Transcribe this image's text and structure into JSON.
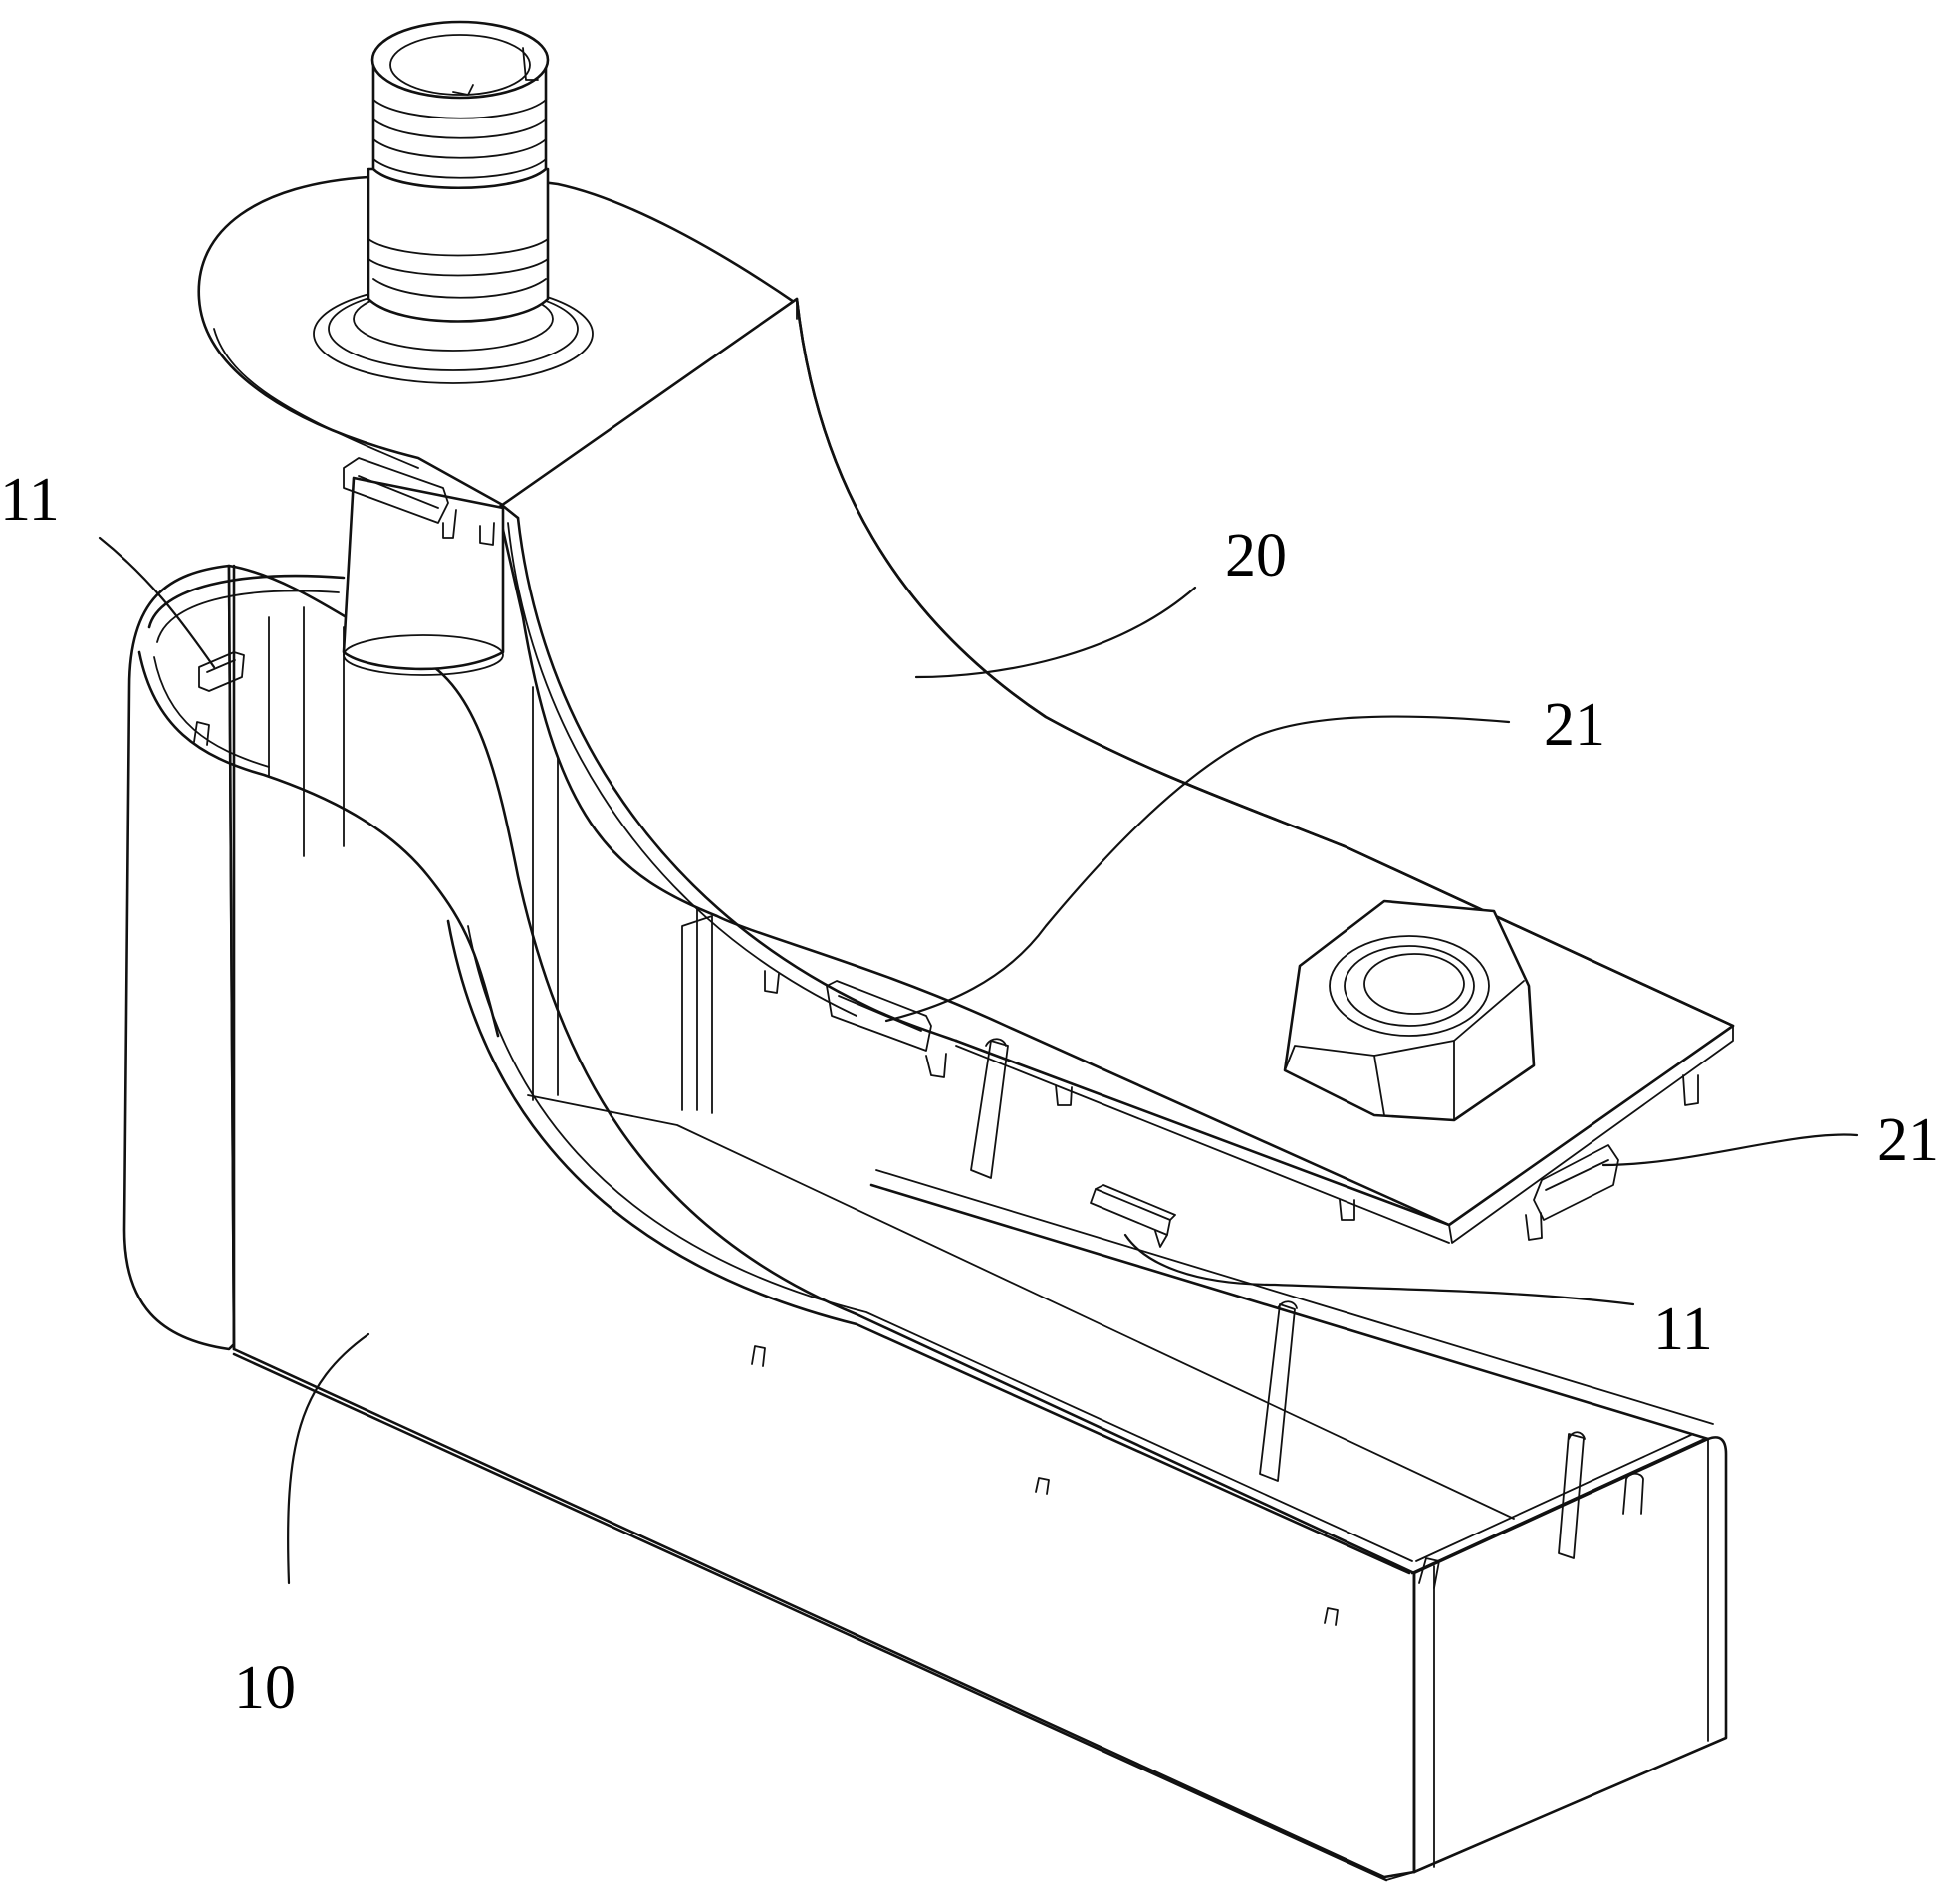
{
  "labels": {
    "housing": "10",
    "housing_clip_left": "11",
    "housing_clip_right": "11",
    "cover": "20",
    "cover_clip_upper": "21",
    "cover_clip_right": "21"
  }
}
